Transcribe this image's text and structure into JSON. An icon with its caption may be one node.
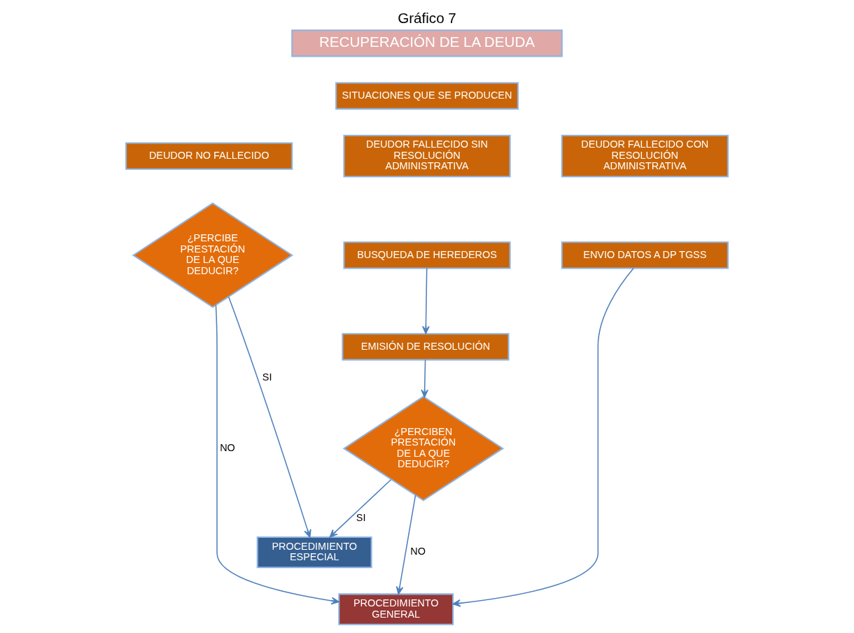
{
  "diagram": {
    "title": "Gráfico 7",
    "nodes": [
      {
        "text": [
          "RECUPERACIÓN DE LA DEUDA"
        ]
      },
      {
        "text": [
          "SITUACIONES QUE SE PRODUCEN"
        ]
      },
      {
        "text": [
          "DEUDOR NO FALLECIDO"
        ]
      },
      {
        "text": [
          "DEUDOR FALLECIDO SIN RESOLUCIÓN ADMINISTRATIVA"
        ]
      },
      {
        "text": [
          "DEUDOR FALLECIDO CON RESOLUCIÓN ADMINISTRATIVA"
        ]
      },
      {
        "text": [
          "¿PERCIBE PRESTACIÓN DE LA QUE DEDUCIR?"
        ]
      },
      {
        "text": [
          "BUSQUEDA DE HEREDEROS"
        ]
      },
      {
        "text": [
          "ENVIO DATOS A DP TGSS"
        ]
      },
      {
        "text": [
          "EMISIÓN DE RESOLUCIÓN"
        ]
      },
      {
        "text": [
          "¿PERCIBEN PRESTACIÓN DE LA QUE DEDUCIR?"
        ]
      },
      {
        "text": [
          "PROCEDIMIENTO ESPECIAL"
        ]
      },
      {
        "text": [
          "PROCEDIMIENTO GENERAL"
        ]
      }
    ],
    "edges": [
      {
        "from": 6,
        "to": 8,
        "arrow": "to"
      },
      {
        "from": 8,
        "to": 9,
        "arrow": "to"
      },
      {
        "from": 5,
        "to": 10,
        "arrow": "to",
        "label": "SI"
      },
      {
        "from": 5,
        "to": 11,
        "arrow": "to",
        "label": "NO"
      },
      {
        "from": 9,
        "to": 10,
        "arrow": "to",
        "label": "SI"
      },
      {
        "from": 9,
        "to": 11,
        "arrow": "to",
        "label": "NO"
      },
      {
        "from": 7,
        "to": 11,
        "arrow": "to"
      }
    ]
  }
}
